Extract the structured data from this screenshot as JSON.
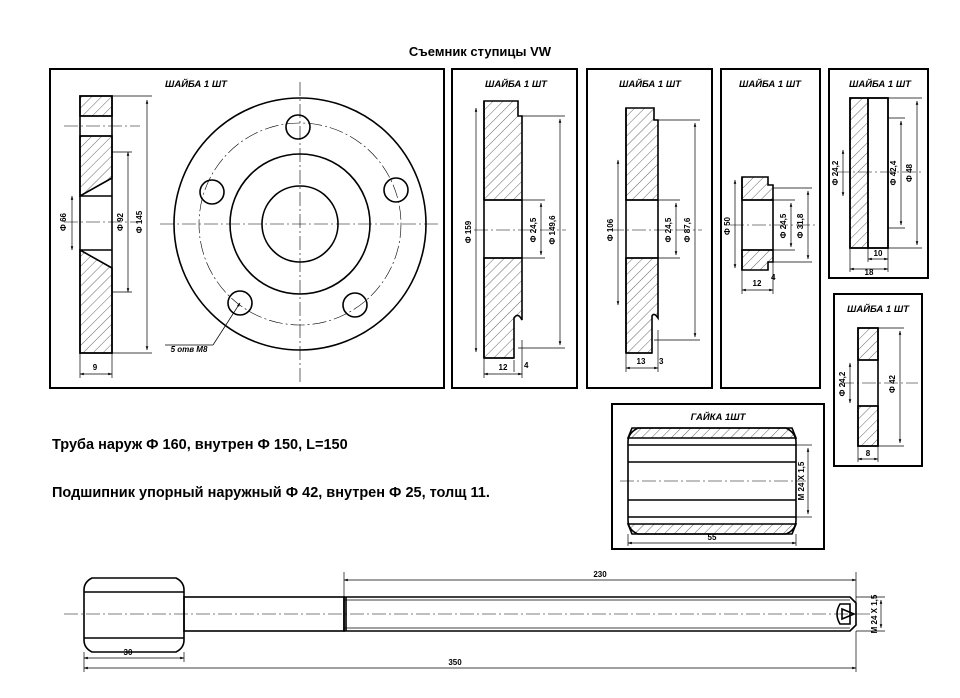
{
  "title": "Съемник ступицы VW",
  "notes": {
    "pipe": "Труба  наруж Ф 160, внутрен Ф 150,  L=150",
    "bearing": "Подшипник упорный наружный Ф 42, внутрен Ф 25, толщ 11."
  },
  "parts": {
    "washer1": {
      "label": "ШАЙБА 1 ШТ",
      "dims": [
        "Ф 66",
        "Ф 92",
        "Ф 145",
        "9"
      ],
      "holes": "5 отв М8"
    },
    "washer2": {
      "label": "ШАЙБА 1 ШТ",
      "dims": [
        "Ф 159",
        "Ф 24,5",
        "Ф 149,6",
        "12",
        "4"
      ]
    },
    "washer3": {
      "label": "ШАЙБА 1 ШТ",
      "dims": [
        "Ф 106",
        "Ф 24,5",
        "Ф 87,6",
        "13",
        "3"
      ]
    },
    "washer4": {
      "label": "ШАЙБА 1 ШТ",
      "dims": [
        "Ф 50",
        "Ф 24,5",
        "Ф 31,8",
        "12",
        "4"
      ]
    },
    "washer5": {
      "label": "ШАЙБА 1 ШТ",
      "dims": [
        "Ф 24,2",
        "Ф 42,4",
        "Ф 48",
        "10",
        "18"
      ]
    },
    "washer6": {
      "label": "ШАЙБА 1 ШТ",
      "dims": [
        "Ф 24,2",
        "Ф 42",
        "8"
      ]
    },
    "nut": {
      "label": "ГАЙКА 1ШТ",
      "dims": [
        "М 24 Х 1,5",
        "55"
      ]
    },
    "rod": {
      "dims": [
        "230",
        "30",
        "350",
        "М 24 Х 1,5"
      ]
    }
  }
}
